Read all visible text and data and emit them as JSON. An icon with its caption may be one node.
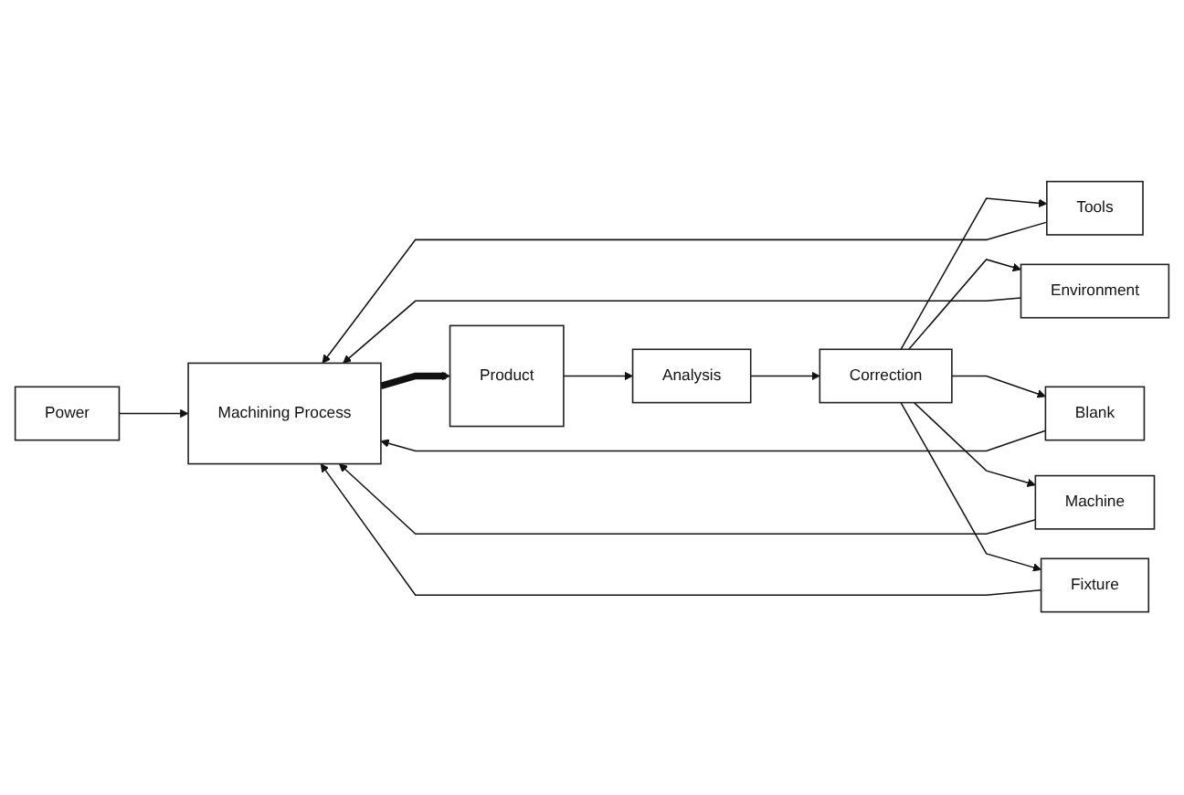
{
  "diagram": {
    "nodes": [
      {
        "text": [
          "Power"
        ]
      },
      {
        "text": [
          "Blank"
        ]
      },
      {
        "text": [
          "Machine"
        ]
      },
      {
        "text": [
          "Fixture"
        ]
      },
      {
        "text": [
          "Machining Process"
        ]
      },
      {
        "text": [
          "Product"
        ]
      },
      {
        "text": [
          "Tools"
        ]
      },
      {
        "text": [
          "Environment"
        ]
      },
      {
        "text": [
          "Correction"
        ]
      },
      {
        "text": [
          "Analysis"
        ]
      }
    ],
    "edges": [
      {
        "from": 0,
        "to": 4,
        "arrow": "to"
      },
      {
        "from": 1,
        "to": 4,
        "arrow": "to"
      },
      {
        "from": 2,
        "to": 4,
        "arrow": "to"
      },
      {
        "from": 3,
        "to": 4,
        "arrow": "to"
      },
      {
        "from": 4,
        "to": 5,
        "arrow": "to",
        "style": "thick"
      },
      {
        "from": 6,
        "to": 4,
        "arrow": "to"
      },
      {
        "from": 7,
        "to": 4,
        "arrow": "to"
      },
      {
        "from": 5,
        "to": 9,
        "arrow": "to"
      },
      {
        "from": 9,
        "to": 8,
        "arrow": "to"
      },
      {
        "from": 8,
        "to": 6,
        "arrow": "to"
      },
      {
        "from": 8,
        "to": 7,
        "arrow": "to"
      },
      {
        "from": 8,
        "to": 1,
        "arrow": "to"
      },
      {
        "from": 8,
        "to": 2,
        "arrow": "to"
      },
      {
        "from": 8,
        "to": 3,
        "arrow": "to"
      }
    ]
  }
}
